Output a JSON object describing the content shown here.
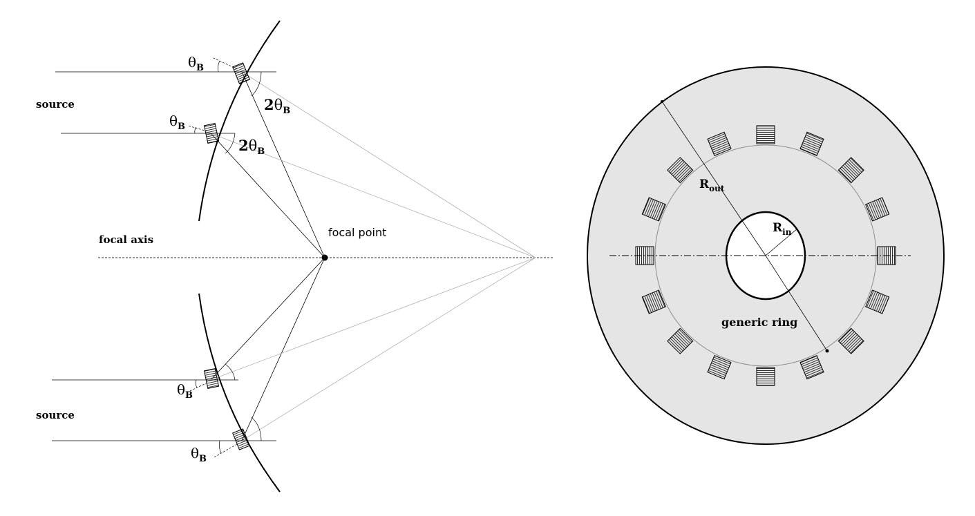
{
  "left_diagram": {
    "source_label_top": "source",
    "source_label_bottom": "source",
    "focal_axis_label": "focal axis",
    "focal_point_label": "focal point",
    "theta_symbol": "θ",
    "theta_subscript": "B",
    "two_theta_prefix": "2",
    "two_theta_symbol": "θ",
    "two_theta_subscript": "B"
  },
  "right_diagram": {
    "r_out_main": "R",
    "r_out_sub": "out",
    "r_in_main": "R",
    "r_in_sub": "in",
    "ring_label": "generic ring"
  },
  "colors": {
    "disk_fill": "#e5e5e5",
    "line": "#000000",
    "ray_light": "#a8a8a8",
    "ring_line": "#8c8c8c"
  }
}
